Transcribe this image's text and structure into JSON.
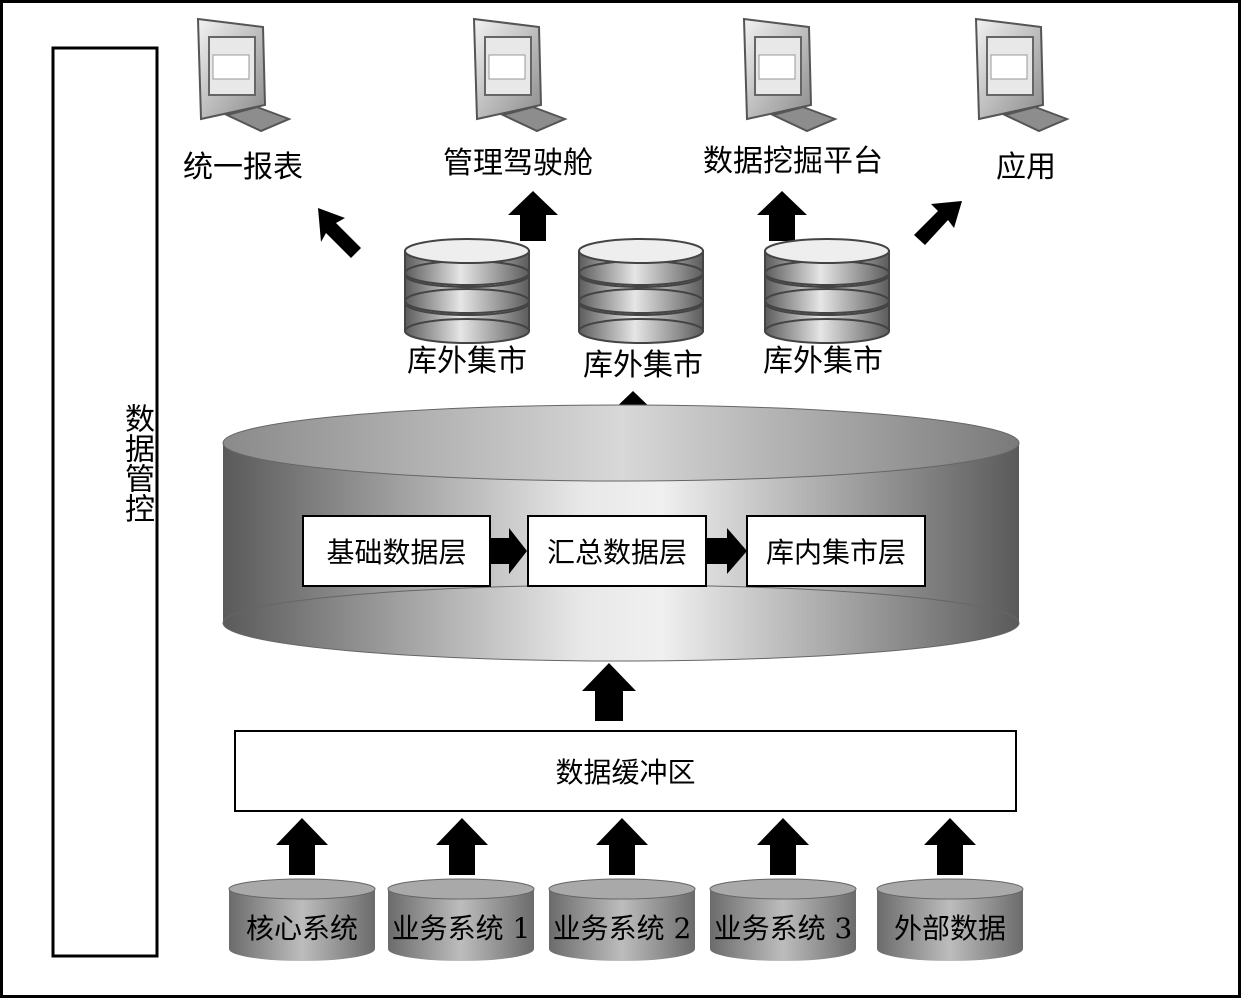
{
  "governance": {
    "label": "数据管控"
  },
  "applications": [
    {
      "name": "统一报表",
      "icon": "monitor-icon"
    },
    {
      "name": "管理驾驶舱",
      "icon": "monitor-icon"
    },
    {
      "name": "数据挖掘平台",
      "icon": "monitor-icon"
    },
    {
      "name": "应用",
      "icon": "monitor-icon"
    }
  ],
  "marts": [
    {
      "name": "库外集市",
      "icon": "database-icon"
    },
    {
      "name": "库外集市",
      "icon": "database-icon"
    },
    {
      "name": "库外集市",
      "icon": "database-icon"
    }
  ],
  "warehouse": {
    "layers": [
      "基础数据层",
      "汇总数据层",
      "库内集市层"
    ]
  },
  "buffer": {
    "label": "数据缓冲区"
  },
  "sources": [
    "核心系统",
    "业务系统 1",
    "业务系统 2",
    "业务系统 3",
    "外部数据"
  ]
}
